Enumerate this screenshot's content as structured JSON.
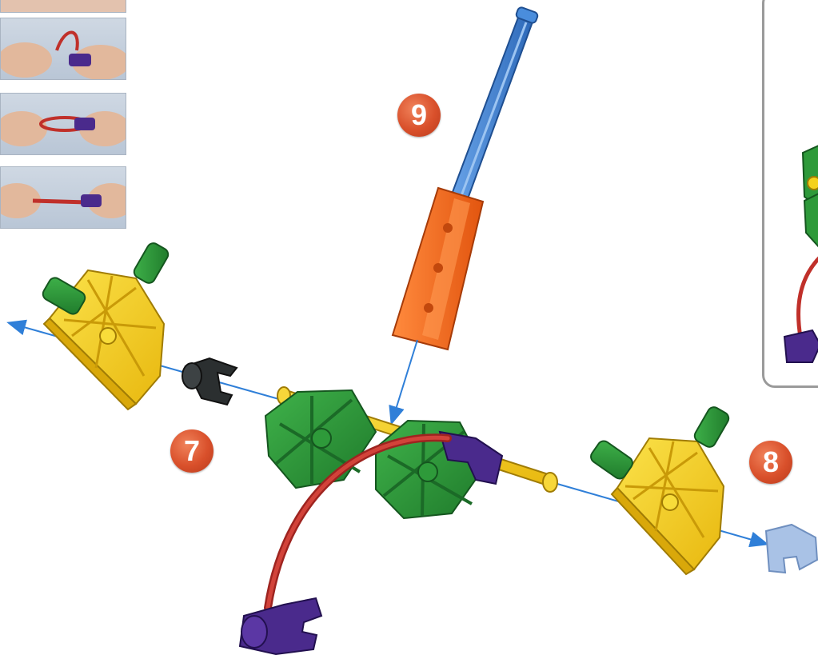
{
  "steps": [
    {
      "id": "step-7",
      "label": "7"
    },
    {
      "id": "step-8",
      "label": "8"
    },
    {
      "id": "step-9",
      "label": "9"
    }
  ],
  "photo_strip": {
    "frames": [
      "rubber-band-loop-step-1",
      "rubber-band-loop-step-2",
      "rubber-band-loop-step-3",
      "rubber-band-loop-step-4"
    ]
  },
  "colors": {
    "badge": "#d9502b",
    "arrow": "#2f7fd8",
    "rod_blue": "#3e7fd0",
    "connector_orange": "#f26b1d",
    "connector_green": "#2e9a3a",
    "connector_yellow": "#f4d21e",
    "clip_purple": "#4a2a8c",
    "rubber_band_red": "#c0302a",
    "spacer_black": "#2b2f30",
    "spacer_light_blue": "#a9c2e6"
  }
}
